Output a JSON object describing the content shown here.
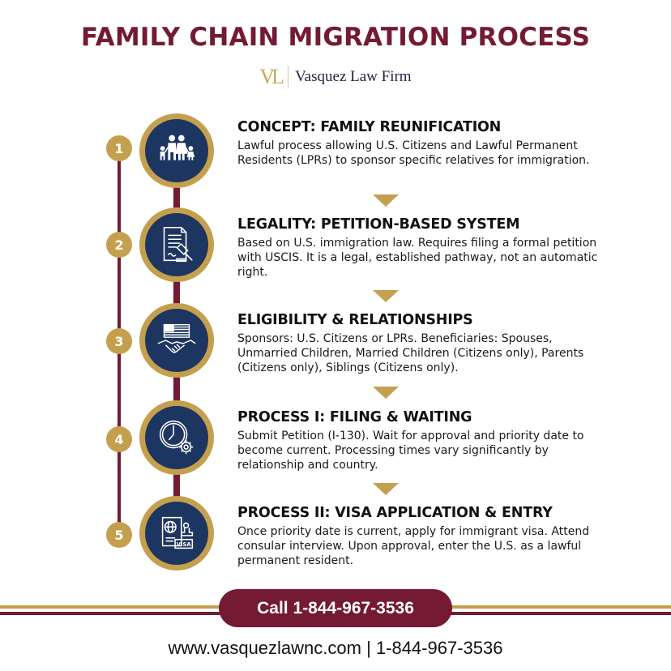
{
  "header": {
    "title": "FAMILY CHAIN MIGRATION PROCESS",
    "logo_mark": "VL",
    "firm_name": "Vasquez Law Firm"
  },
  "colors": {
    "maroon": "#741a33",
    "gold": "#c4a04e",
    "navy": "#1d3561"
  },
  "steps": [
    {
      "number": "1",
      "icon": "family-icon",
      "title": "CONCEPT: FAMILY REUNIFICATION",
      "description": "Lawful process allowing U.S. Citizens and Lawful Permanent Residents (LPRs) to sponsor specific relatives for immigration."
    },
    {
      "number": "2",
      "icon": "petition-gavel-icon",
      "title": "LEGALITY: PETITION-BASED SYSTEM",
      "description": "Based on U.S. immigration law. Requires filing a formal petition with USCIS. It is a legal, established pathway, not an automatic right."
    },
    {
      "number": "3",
      "icon": "flag-handshake-icon",
      "title": "ELIGIBILITY & RELATIONSHIPS",
      "description": "Sponsors: U.S. Citizens or LPRs. Beneficiaries: Spouses, Unmarried Children, Married Children (Citizens only), Parents (Citizens only), Siblings (Citizens only)."
    },
    {
      "number": "4",
      "icon": "clock-gear-icon",
      "title": "PROCESS I: FILING & WAITING",
      "description": "Submit Petition (I-130). Wait for approval and priority date to become current. Processing times vary significantly by relationship and country."
    },
    {
      "number": "5",
      "icon": "passport-visa-icon",
      "title": "PROCESS II: VISA APPLICATION & ENTRY",
      "description": "Once priority date is current, apply for immigrant visa. Attend consular interview. Upon approval, enter the U.S. as a lawful permanent resident.",
      "icon_label": "VISA"
    }
  ],
  "cta": {
    "label": "Call 1-844-967-3536"
  },
  "footer": {
    "text": "www.vasquezlawnc.com | 1-844-967-3536"
  }
}
